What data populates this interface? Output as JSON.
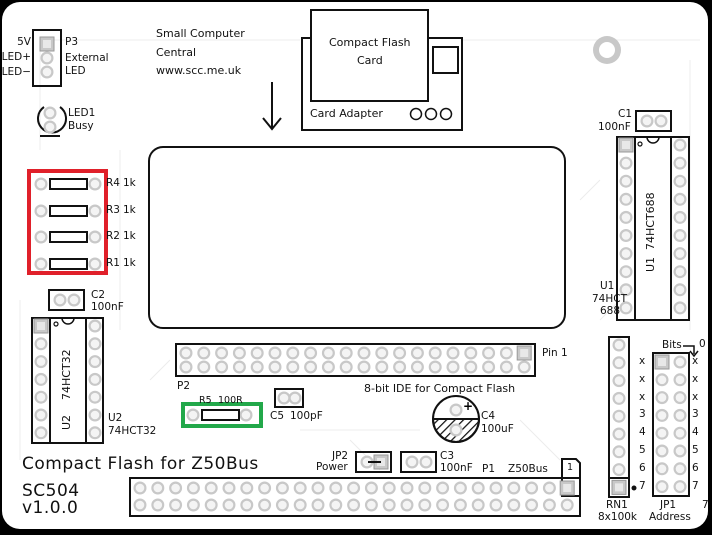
{
  "board": {
    "title": "Compact Flash for Z50Bus",
    "model": "SC504",
    "version": "v1.0.0",
    "maker": [
      "Small Computer",
      "Central",
      "www.scc.me.uk"
    ],
    "highlight_colors": {
      "resistor_group": "#e0202a",
      "r5": "#22a84a"
    }
  },
  "cf_card": {
    "title_line1": "Compact Flash",
    "title_line2": "Card",
    "adapter_label": "Card Adapter"
  },
  "p3": {
    "ref": "P3",
    "desc_line1": "External",
    "desc_line2": "LED",
    "pins": [
      "5V",
      "LED+",
      "LED−"
    ]
  },
  "led1": {
    "ref": "LED1",
    "desc": "Busy"
  },
  "resistors": [
    {
      "ref": "R4",
      "value": "1k"
    },
    {
      "ref": "R3",
      "value": "1k"
    },
    {
      "ref": "R2",
      "value": "1k"
    },
    {
      "ref": "R1",
      "value": "1k"
    }
  ],
  "c1": {
    "ref": "C1",
    "value": "100nF"
  },
  "c2": {
    "ref": "C2",
    "value": "100nF"
  },
  "c3": {
    "ref": "C3",
    "value": "100nF"
  },
  "c4": {
    "ref": "C4",
    "value": "100uF"
  },
  "c5": {
    "ref": "C5",
    "value": "100pF"
  },
  "r5": {
    "ref": "R5",
    "value": "100R"
  },
  "u1": {
    "ref": "U1",
    "part": "74HCT688",
    "label_line1": "74HCT",
    "label_line2": "688"
  },
  "u2": {
    "ref": "U2",
    "part": "74HCT32"
  },
  "p2": {
    "ref": "P2",
    "pin1_label": "Pin 1",
    "desc": "8-bit IDE for Compact Flash"
  },
  "p1": {
    "ref": "P1",
    "desc": "Z50Bus",
    "pin1_marker": "1"
  },
  "jp2": {
    "ref": "JP2",
    "desc": "Power"
  },
  "rn1": {
    "ref": "RN1",
    "value": "8x100k"
  },
  "jp1": {
    "ref": "JP1",
    "desc": "Address",
    "bits_label": "Bits",
    "bit0": "0",
    "bit7": "7",
    "row_labels": [
      "x",
      "x",
      "x",
      "3",
      "4",
      "5",
      "6",
      "7"
    ]
  }
}
